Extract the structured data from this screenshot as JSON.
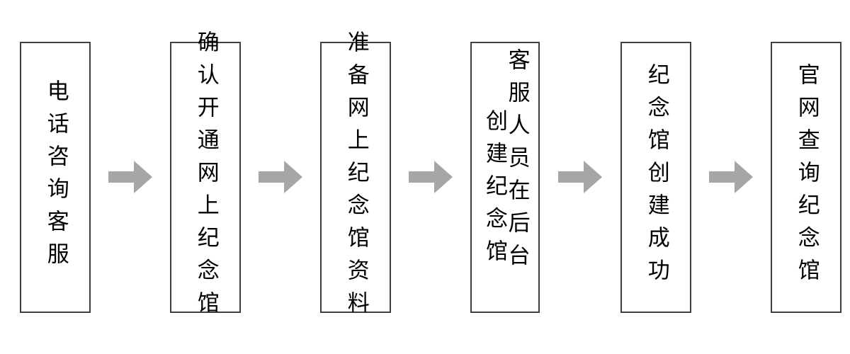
{
  "diagram": {
    "title": "网上纪念馆开通流程图",
    "orientation": "left-to-right",
    "text_direction": "vertical-rl",
    "background_color": "#ffffff",
    "node_border_color": "#3f3f3f",
    "node_fill_color": "#ffffff",
    "node_text_color": "#000000",
    "arrow_color": "#a6a6a6",
    "nodes": [
      {
        "id": "node-1",
        "label": "电话咨询客服",
        "lines": [
          "电话咨询客服"
        ]
      },
      {
        "id": "node-2",
        "label": "确认开通网上纪念馆",
        "lines": [
          "确认开通网上纪念馆"
        ]
      },
      {
        "id": "node-3",
        "label": "准备网上纪念馆资料",
        "lines": [
          "准备网上纪念馆资料"
        ]
      },
      {
        "id": "node-4",
        "label": "客服人员在后台创建纪念馆",
        "lines": [
          "客服人员在后台",
          "创建纪念馆"
        ]
      },
      {
        "id": "node-5",
        "label": "纪念馆创建成功",
        "lines": [
          "纪念馆创建成功"
        ]
      },
      {
        "id": "node-6",
        "label": "官网查询纪念馆",
        "lines": [
          "官网查询纪念馆"
        ]
      }
    ],
    "connectors": [
      {
        "id": "arrow-1",
        "from": "node-1",
        "to": "node-2",
        "glyph": "right-arrow"
      },
      {
        "id": "arrow-2",
        "from": "node-2",
        "to": "node-3",
        "glyph": "right-arrow"
      },
      {
        "id": "arrow-3",
        "from": "node-3",
        "to": "node-4",
        "glyph": "right-arrow"
      },
      {
        "id": "arrow-4",
        "from": "node-4",
        "to": "node-5",
        "glyph": "right-arrow"
      },
      {
        "id": "arrow-5",
        "from": "node-5",
        "to": "node-6",
        "glyph": "right-arrow"
      }
    ]
  }
}
